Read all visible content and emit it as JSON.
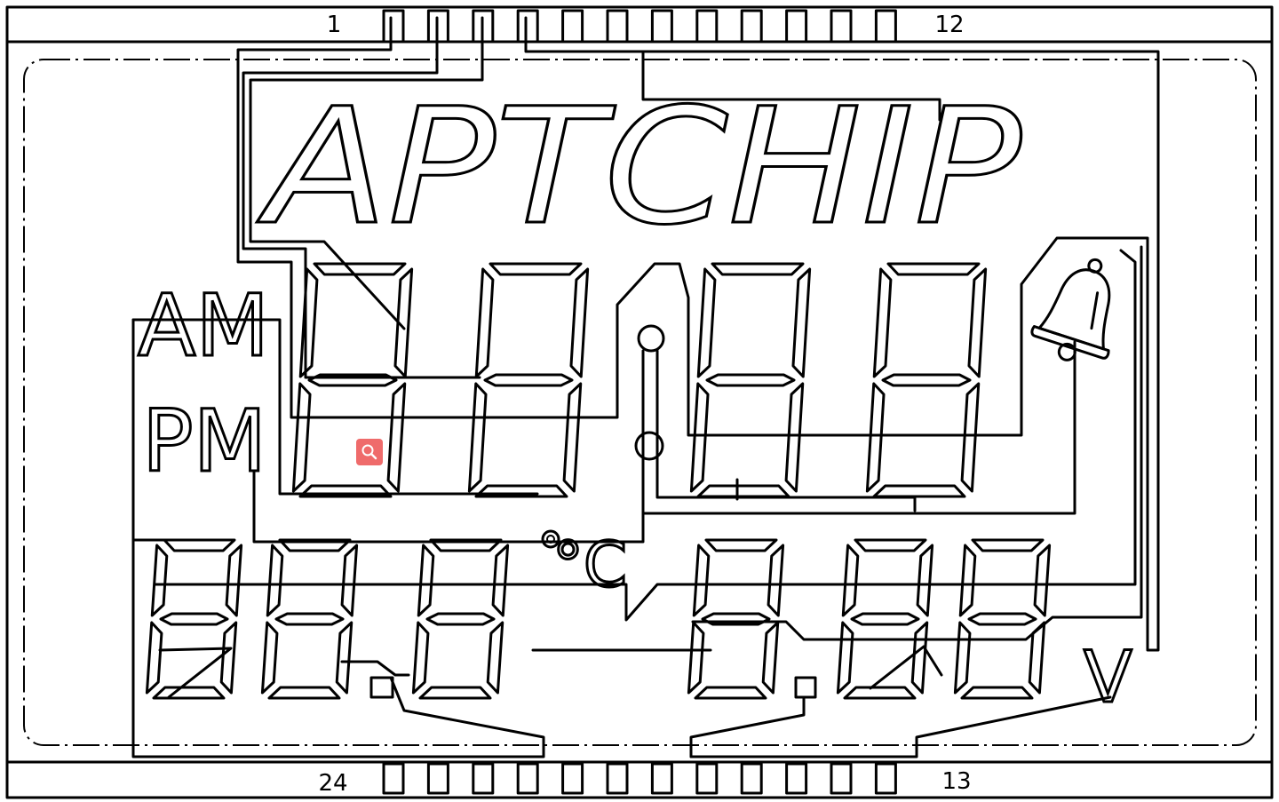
{
  "pins": {
    "top_first": "1",
    "top_last": "12",
    "bottom_first": "24",
    "bottom_last": "13"
  },
  "brand_text": "APTCHIP",
  "indicators": {
    "am": "AM",
    "pm": "PM",
    "celsius": "°C",
    "volt": "V"
  },
  "bell_icon": "bell-icon",
  "zoom_icon": "search-icon",
  "colors": {
    "line": "#000000",
    "background": "#ffffff",
    "zoom_button": "#ef6b6b"
  }
}
